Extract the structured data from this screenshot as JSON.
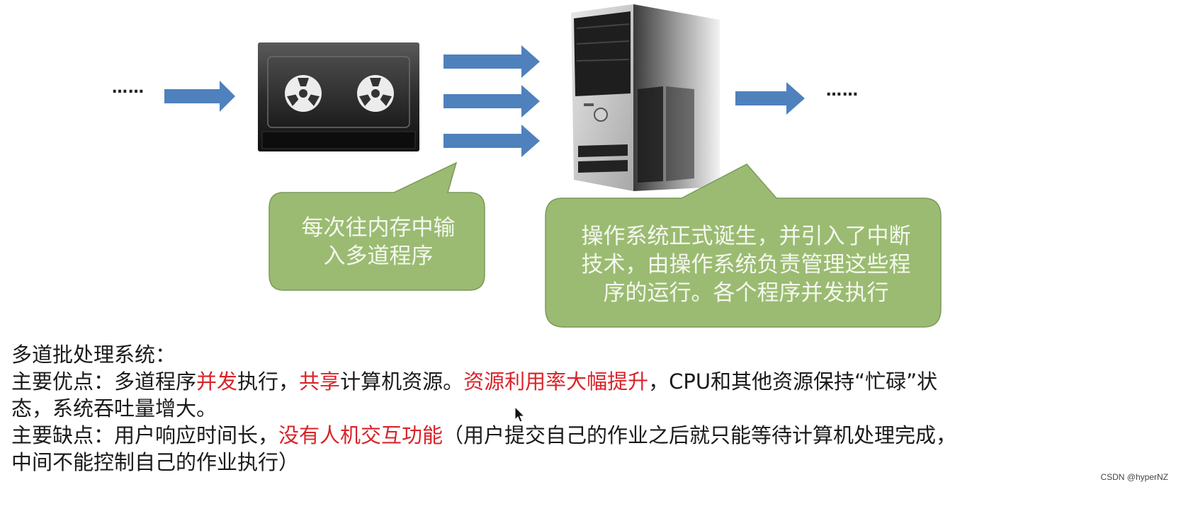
{
  "diagram": {
    "ellipsis_left": "……",
    "ellipsis_right": "……",
    "callout_left": [
      "每次往内存中输",
      "入多道程序"
    ],
    "callout_right": [
      "操作系统正式诞生，并引入了中断",
      "技术，由操作系统负责管理这些程",
      "序的运行。各个程序并发执行"
    ],
    "colors": {
      "arrow": "#4f81bd",
      "callout_fill": "#9bbb72",
      "callout_stroke": "#7a9a58",
      "highlight": "#d8242a"
    }
  },
  "notes": {
    "title": "多道批处理系统：",
    "advantages": {
      "label": "主要优点：多道程序",
      "r1": "并发",
      "t2": "执行，",
      "r2": "共享",
      "t3": "计算机资源。",
      "r3": "资源利用率大幅提升",
      "t4": "，CPU和其他资源保持“忙碌”状",
      "t5": "态，系统吞吐量增大。"
    },
    "disadvantages": {
      "label": "主要缺点：用户响应时间长，",
      "r1": "没有人机交互功能",
      "t2": "（用户提交自己的作业之后就只能等待计算机处理完成，",
      "t3": "中间不能控制自己的作业执行）"
    }
  },
  "watermark": "CSDN @hyperNZ"
}
